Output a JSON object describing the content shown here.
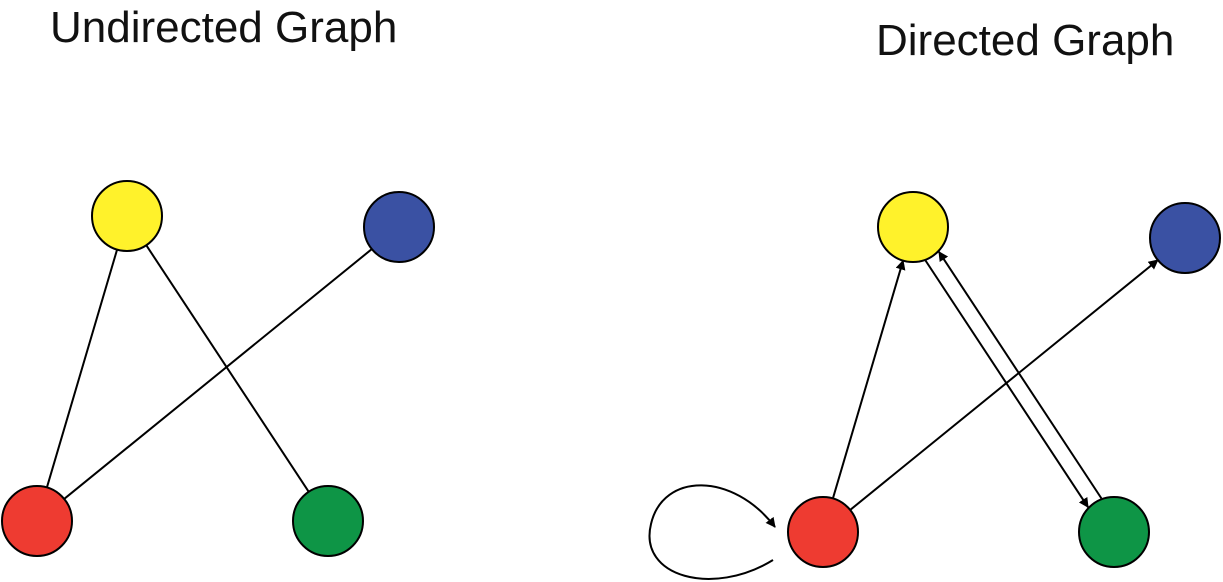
{
  "undirected": {
    "title": "Undirected Graph",
    "nodes": [
      {
        "id": "yellow",
        "color": "#fff22b"
      },
      {
        "id": "blue",
        "color": "#3a51a3"
      },
      {
        "id": "red",
        "color": "#ee3b31"
      },
      {
        "id": "green",
        "color": "#0e9546"
      }
    ],
    "edges": [
      [
        "red",
        "yellow"
      ],
      [
        "yellow",
        "green"
      ],
      [
        "red",
        "blue"
      ]
    ]
  },
  "directed": {
    "title": "Directed Graph",
    "nodes": [
      {
        "id": "yellow",
        "color": "#fff22b"
      },
      {
        "id": "blue",
        "color": "#3a51a3"
      },
      {
        "id": "red",
        "color": "#ee3b31"
      },
      {
        "id": "green",
        "color": "#0e9546"
      }
    ],
    "edges": [
      {
        "from": "red",
        "to": "yellow"
      },
      {
        "from": "red",
        "to": "blue"
      },
      {
        "from": "yellow",
        "to": "green"
      },
      {
        "from": "green",
        "to": "yellow"
      },
      {
        "from": "red",
        "to": "red"
      }
    ]
  }
}
